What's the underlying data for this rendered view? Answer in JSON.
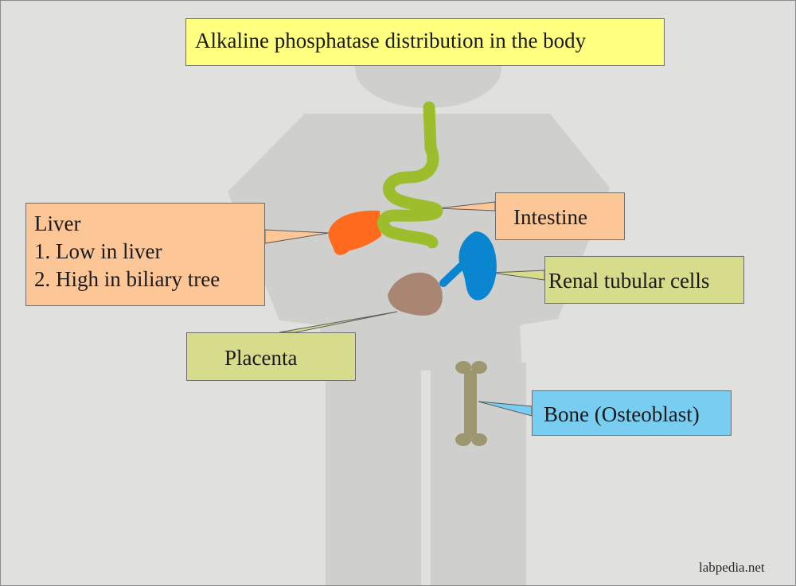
{
  "title": "Alkaline phosphatase distribution in the body",
  "labels": {
    "liver": [
      "Liver",
      "1. Low in liver",
      "2. High in biliary tree"
    ],
    "intestine": "Intestine",
    "renal": "Renal tubular cells",
    "placenta": "Placenta",
    "bone": "Bone (Osteoblast)"
  },
  "watermark": "labpedia.net",
  "colors": {
    "background": "#e0e0df",
    "silhouette": "#cfcfce",
    "title_box": "#ffff80",
    "liver_box": "#fdc697",
    "intestine_box": "#fdc697",
    "renal_box": "#d6dc8c",
    "placenta_box": "#d6dc8c",
    "bone_box": "#79cdf1",
    "liver_organ": "#ff6a1f",
    "intestine_organ": "#9dbe2c",
    "kidney_organ": "#0a85cf",
    "placenta_organ": "#a88672",
    "bone_organ": "#9d9770"
  }
}
